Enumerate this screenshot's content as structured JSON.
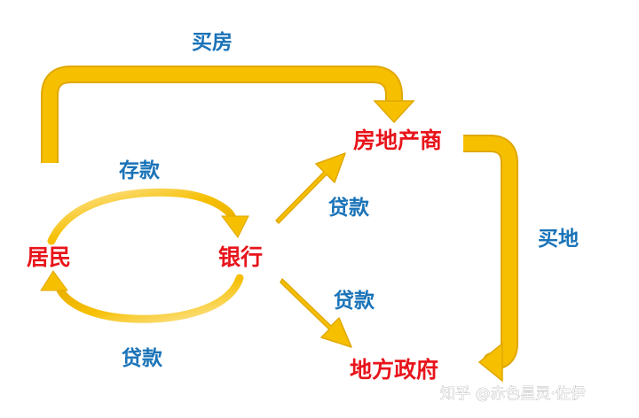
{
  "colors": {
    "node_text": "#e8141b",
    "edge_text": "#1a73b8",
    "arrow_fill": "#f6bf00",
    "arrow_stroke": "#e0a800",
    "arrow_highlight": "#fde7a0",
    "watermark": "#ffffff"
  },
  "nodes": {
    "residents": "居民",
    "bank": "银行",
    "developer": "房地产商",
    "government": "地方政府"
  },
  "edges": {
    "buy_house": "买房",
    "deposit": "存款",
    "loan_to_residents": "贷款",
    "loan_to_developer": "贷款",
    "loan_to_government": "贷款",
    "buy_land": "买地"
  },
  "watermark": "知乎 @赤色星灵·佐伊"
}
